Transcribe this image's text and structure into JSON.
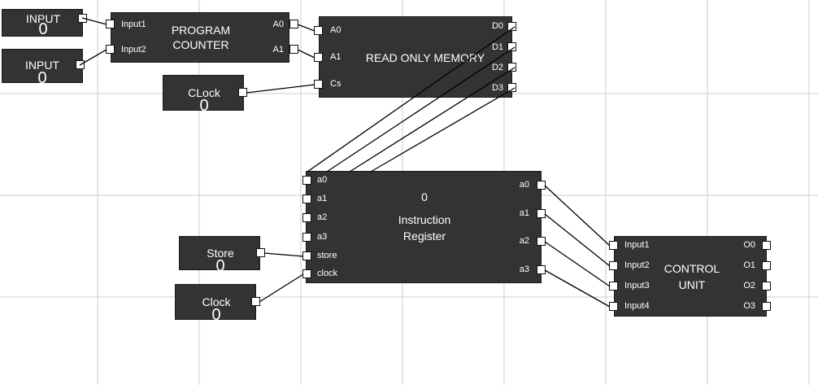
{
  "theme": {
    "block_fill": "#333333",
    "grid": "#cccccc",
    "wire": "#000000",
    "pin_fill": "#ffffff"
  },
  "inputs": [
    {
      "label": "INPUT",
      "value": "0"
    },
    {
      "label": "INPUT",
      "value": "0"
    },
    {
      "label": "CLock",
      "value": "0"
    },
    {
      "label": "Store",
      "value": "0"
    },
    {
      "label": "Clock",
      "value": "0"
    }
  ],
  "program_counter": {
    "title_line1": "PROGRAM",
    "title_line2": "COUNTER",
    "inputs": [
      "Input1",
      "Input2"
    ],
    "outputs": [
      "A0",
      "A1"
    ]
  },
  "rom": {
    "title": "READ ONLY MEMORY",
    "inputs": [
      "A0",
      "A1",
      "Cs"
    ],
    "outputs": [
      "D0",
      "D1",
      "D2",
      "D3"
    ]
  },
  "instruction_register": {
    "value": "0",
    "title_line1": "Instruction",
    "title_line2": "Register",
    "inputs": [
      "a0",
      "a1",
      "a2",
      "a3",
      "store",
      "clock"
    ],
    "outputs": [
      "a0",
      "a1",
      "a2",
      "a3"
    ]
  },
  "control_unit": {
    "title_line1": "CONTROL",
    "title_line2": "UNIT",
    "inputs": [
      "Input1",
      "Input2",
      "Input3",
      "Input4"
    ],
    "outputs": [
      "O0",
      "O1",
      "O2",
      "O3"
    ]
  }
}
